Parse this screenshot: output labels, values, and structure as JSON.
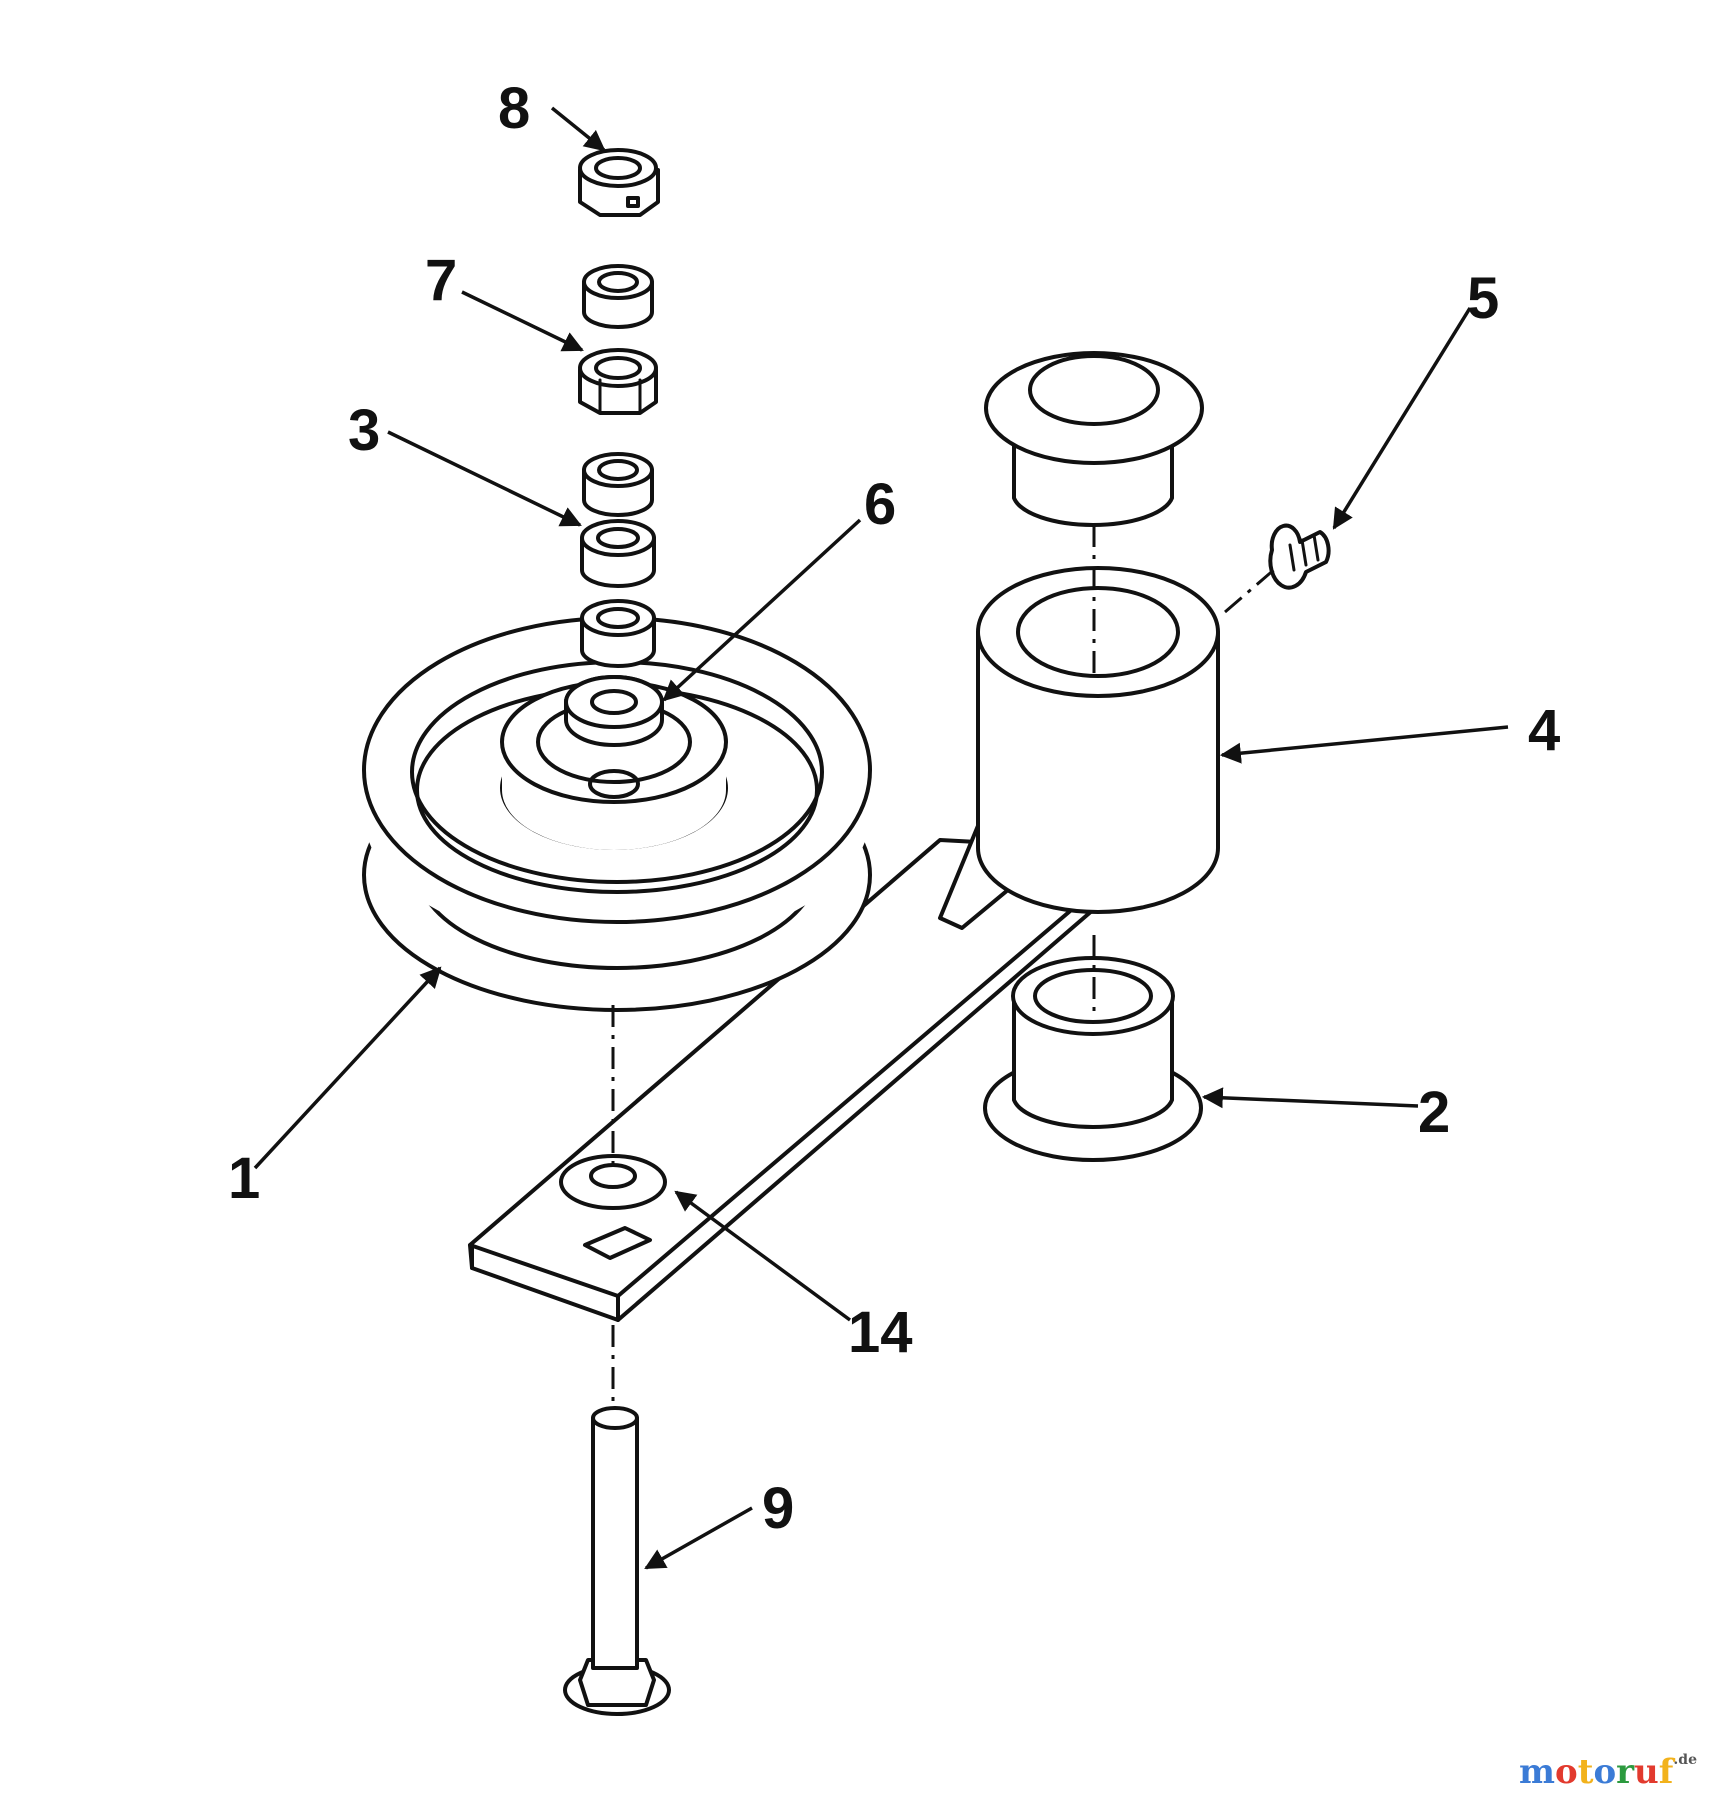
{
  "callouts": {
    "c1": "1",
    "c2": "2",
    "c3": "3",
    "c4": "4",
    "c5": "5",
    "c6": "6",
    "c7": "7",
    "c8": "8",
    "c9": "9",
    "c14": "14"
  },
  "watermark": {
    "m": "m",
    "o1": "o",
    "t": "t",
    "o2": "o",
    "r": "r",
    "u": "u",
    "f": "f",
    "de": ".de",
    "colors": [
      "#3b7bd6",
      "#e23a2e",
      "#f2b21c",
      "#3b7bd6",
      "#2c9a3f",
      "#e23a2e",
      "#f2b21c"
    ]
  }
}
